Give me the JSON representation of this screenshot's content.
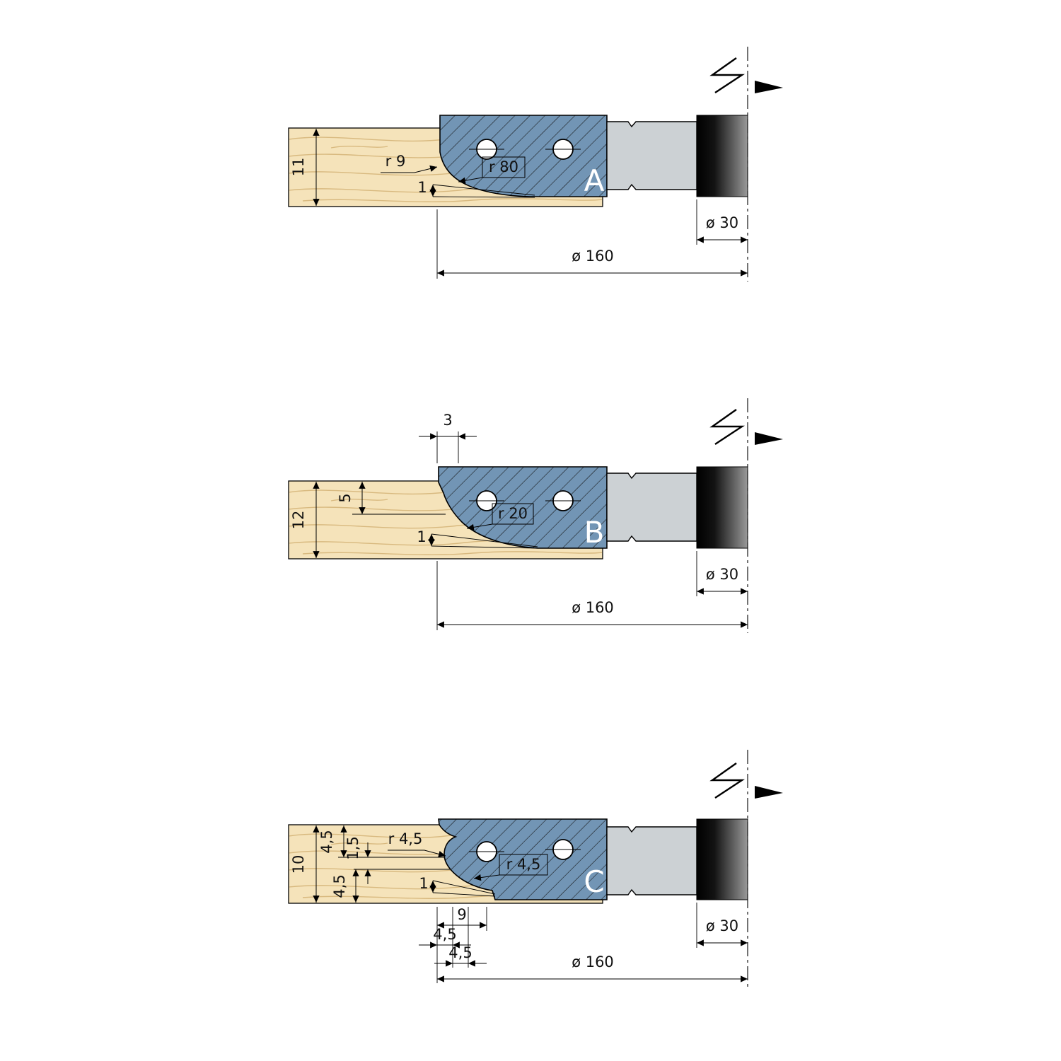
{
  "colors": {
    "background": "#ffffff",
    "wood": "#f5e3ba",
    "wood_grain": "#d8b97f",
    "cutter": "#7295b5",
    "hatch_line": "#151515",
    "shaft": "#ccd1d4",
    "outline": "#000000",
    "letter": "#ffffff"
  },
  "diagrams": [
    {
      "label": "A",
      "dims": {
        "thickness": "11",
        "radius_small": "r 9",
        "radius_large": "r 80",
        "clearance": "1",
        "bore": "ø 30",
        "cut_diameter": "ø 160"
      }
    },
    {
      "label": "B",
      "dims": {
        "step_width": "3",
        "step_depth": "5",
        "thickness": "12",
        "radius": "r 20",
        "clearance": "1",
        "bore": "ø 30",
        "cut_diameter": "ø 160"
      }
    },
    {
      "label": "C",
      "dims": {
        "thickness": "10",
        "depth_top": "4,5",
        "depth_mid": "1,5",
        "depth_bottom": "4,5",
        "radius_cove": "r 4,5",
        "radius_bead": "r 4,5",
        "clearance": "1",
        "width_total": "9",
        "width_a": "4,5",
        "width_b": "4,5",
        "bore": "ø 30",
        "cut_diameter": "ø 160"
      }
    }
  ]
}
